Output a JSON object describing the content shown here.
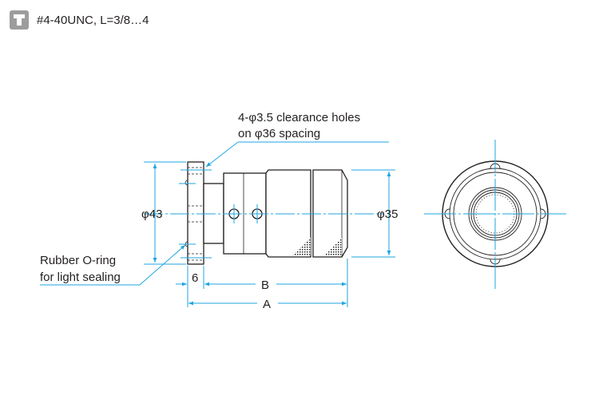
{
  "header": {
    "icon": "tap-thread-icon",
    "spec": "#4-40UNC, L=3/8…4"
  },
  "annotations": {
    "clearance_line1": "4-φ3.5 clearance holes",
    "clearance_line2": "on φ36 spacing",
    "oring_line1": "Rubber O-ring",
    "oring_line2": "for light sealing"
  },
  "dimensions": {
    "flange_diameter": "φ43",
    "body_diameter": "φ35",
    "flange_thickness": "6",
    "length_b": "B",
    "length_a": "A"
  },
  "colors": {
    "dimension": "#1ea6e0",
    "outline": "#231f20",
    "badge": "#9d9d9d"
  }
}
